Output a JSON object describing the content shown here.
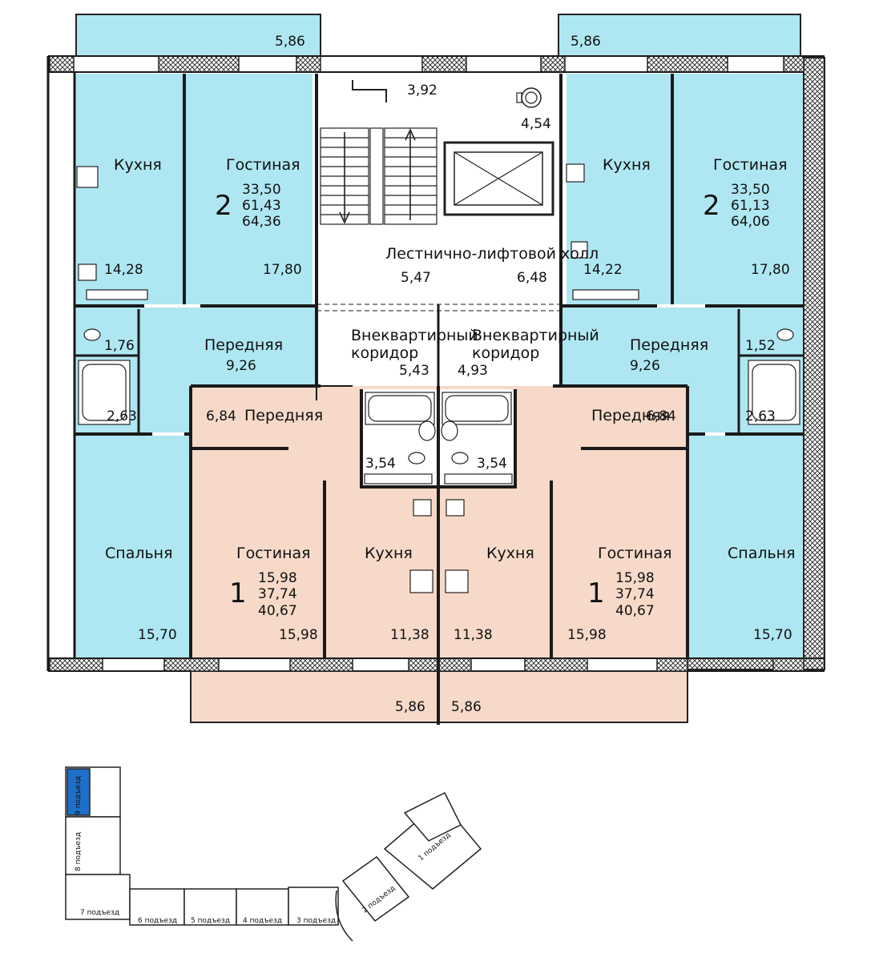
{
  "colors": {
    "blue_flat": "#aee7f2",
    "peach_flat": "#f6d9c8",
    "highlight": "#1f6fc8",
    "wall": "#1a1a1a"
  },
  "left_two_room": {
    "rooms": 2,
    "living_area": "33,50",
    "total_area": "61,43",
    "total_with_balcony": "64,36",
    "kitchen": "Кухня",
    "kitchen_area": "14,28",
    "living_room": "Гостиная",
    "living_room_area": "17,80",
    "hall": "Передняя",
    "hall_area": "9,26",
    "wc_area": "1,76",
    "bath_area": "2,63",
    "bedroom": "Спальня",
    "bedroom_area": "15,70",
    "balcony_area": "5,86"
  },
  "right_two_room": {
    "rooms": 2,
    "living_area": "33,50",
    "total_area": "61,13",
    "total_with_balcony": "64,06",
    "kitchen": "Кухня",
    "kitchen_area": "14,22",
    "living_room": "Гостиная",
    "living_room_area": "17,80",
    "hall": "Передняя",
    "hall_area": "9,26",
    "wc_area": "1,52",
    "bath_area": "2,63",
    "bedroom": "Спальня",
    "bedroom_area": "15,70",
    "balcony_area": "5,86"
  },
  "left_one_room": {
    "rooms": 1,
    "living_area": "15,98",
    "total_area": "37,74",
    "total_with_balcony": "40,67",
    "hall": "Передняя",
    "hall_area": "6,84",
    "living_room": "Гостиная",
    "living_room_area": "15,98",
    "kitchen": "Кухня",
    "kitchen_area": "11,38",
    "bath_area": "3,54",
    "balcony_area": "5,86"
  },
  "right_one_room": {
    "rooms": 1,
    "living_area": "15,98",
    "total_area": "37,74",
    "total_with_balcony": "40,67",
    "hall": "Передняя",
    "hall_area": "6,84",
    "living_room": "Гостиная",
    "living_room_area": "15,98",
    "kitchen": "Кухня",
    "kitchen_area": "11,38",
    "bath_area": "3,54",
    "balcony_area": "5,86"
  },
  "common": {
    "stair_area": "3,92",
    "machine_area": "4,54",
    "hall_label": "Лестнично-лифтовой холл",
    "hall_left_area": "5,47",
    "hall_right_area": "6,48",
    "corridor_label_1": "Внеквартирный",
    "corridor_label_2": "коридор",
    "corridor_left_area": "5,43",
    "corridor_right_area": "4,93"
  },
  "key_plan": {
    "entrances": [
      "1 подъезд",
      "2 подъезд",
      "3 подъезд",
      "4 подъезд",
      "5 подъезд",
      "6 подъезд",
      "7 подъезд",
      "8 подъезд",
      "9 подъезд"
    ],
    "highlighted": "9 подъезд"
  }
}
